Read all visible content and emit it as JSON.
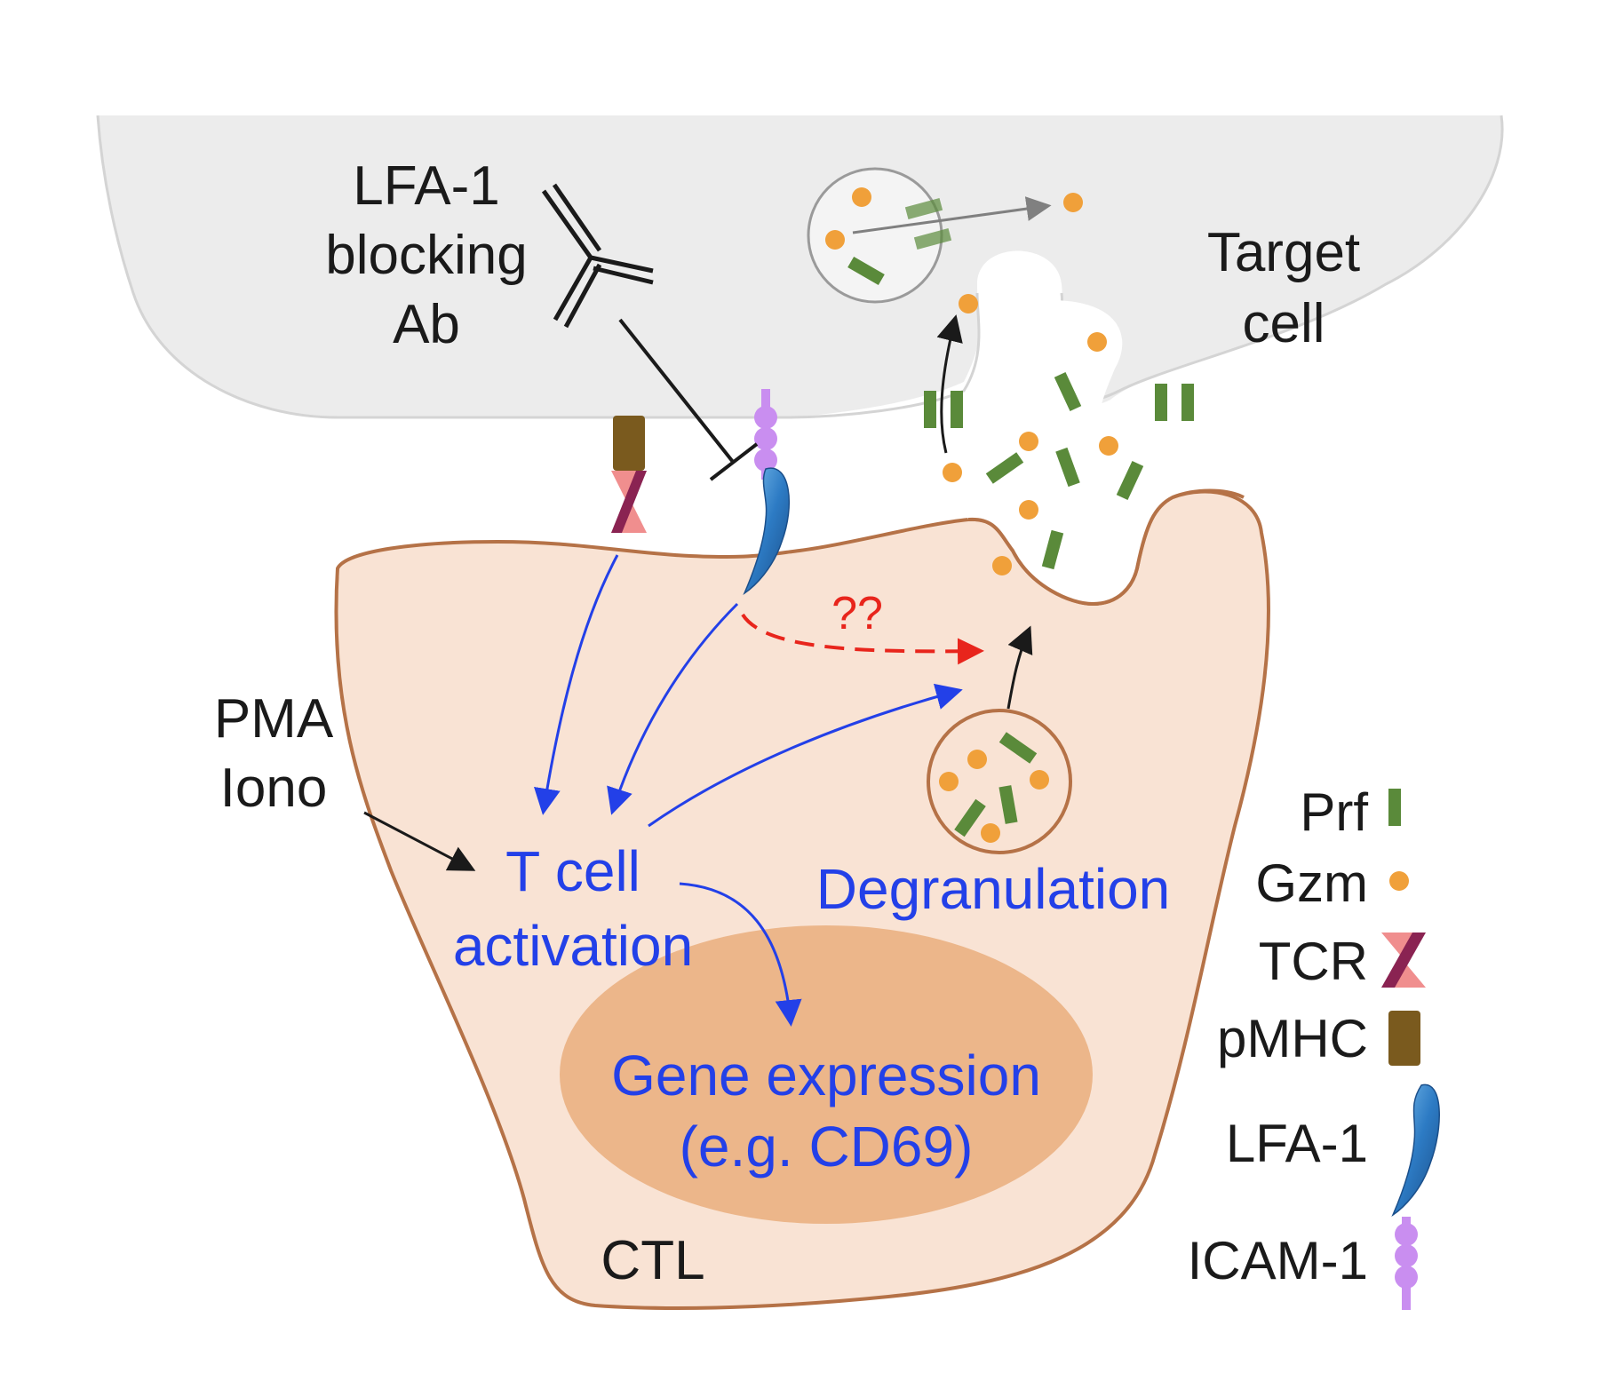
{
  "labels": {
    "antibody": [
      "LFA-1",
      "blocking",
      "Ab"
    ],
    "target_cell": [
      "Target",
      "cell"
    ],
    "drug": [
      "PMA",
      "Iono"
    ],
    "activation": [
      "T cell",
      "activation"
    ],
    "degranulation": "Degranulation",
    "unknown_link": "??",
    "gene_expression": [
      "Gene expression",
      "(e.g. CD69)"
    ],
    "ctl": "CTL"
  },
  "legend": [
    {
      "label": "Prf",
      "icon": "green-bar-icon"
    },
    {
      "label": "Gzm",
      "icon": "orange-dot-icon"
    },
    {
      "label": "TCR",
      "icon": "tcr-icon"
    },
    {
      "label": "pMHC",
      "icon": "pmhc-icon"
    },
    {
      "label": "LFA-1",
      "icon": "lfa1-icon"
    },
    {
      "label": "ICAM-1",
      "icon": "icam1-icon"
    }
  ],
  "colors": {
    "target_cell_fill": "#ececec",
    "ctl_fill": "#f9e3d4",
    "ctl_outline": "#b57247",
    "nucleus_fill": "#ecb68a",
    "perforin": "#5a8a3a",
    "granzyme": "#f0a03a",
    "tcr_dark": "#8a2352",
    "tcr_light": "#f08e8e",
    "pmhc": "#7a5a1e",
    "lfa1": "#2d7bc4",
    "icam1": "#c98ef0",
    "activation_arrow": "#2340e8",
    "unknown_arrow": "#e8251c",
    "black_arrow": "#1a1a1a"
  }
}
